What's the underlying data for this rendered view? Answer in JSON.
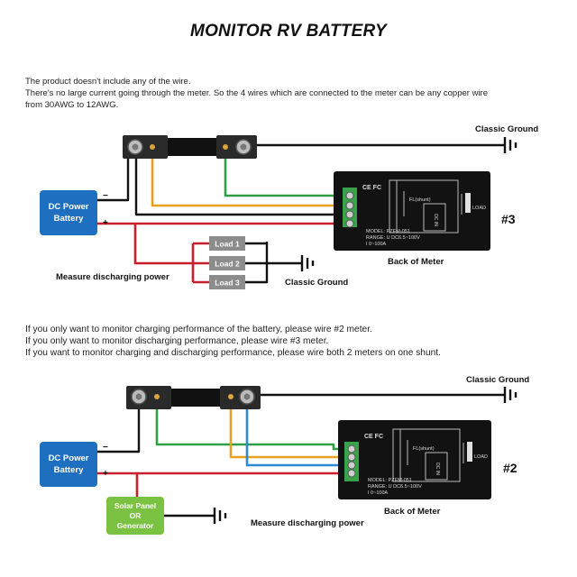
{
  "title": "MONITOR RV BATTERY",
  "notes": [
    "The product doesn't include any of the wire.",
    "There's no large current going through the meter. So the 4 wires which are connected to the meter can be any copper wire",
    "from 30AWG to 12AWG."
  ],
  "instructions": [
    "If you only want to monitor charging performance of the battery, please wire #2 meter.",
    "If you only want to monitor discharging performance, please wire #3 meter.",
    "If you want to monitor charging and discharging performance, please wire both 2 meters on one shunt."
  ],
  "diagram1": {
    "ground_top": "Classic Ground",
    "battery_line1": "DC Power",
    "battery_line2": "Battery",
    "minus": "−",
    "plus": "+",
    "loads": [
      "Load 1",
      "Load 2",
      "Load 3"
    ],
    "ground_bottom": "Classic Ground",
    "measure": "Measure discharging power",
    "meter_id": "#3",
    "meter_caption": "Back of Meter",
    "meter_model": "MODEL: PZEM-051",
    "meter_range": "RANGE: U DC6.5~100V",
    "meter_current": "I 0~100A",
    "shunt_label": "FL(shunt)",
    "dcin_label": "DC IN",
    "load_label": "LOAD",
    "ce_marks": "CE FC"
  },
  "diagram2": {
    "ground_top": "Classic Ground",
    "battery_line1": "DC Power",
    "battery_line2": "Battery",
    "minus": "−",
    "plus": "+",
    "solar_line1": "Solar Panel",
    "solar_line2": "OR",
    "solar_line3": "Generator",
    "measure": "Measure discharging power",
    "meter_id": "#2",
    "meter_caption": "Back of Meter",
    "meter_model": "MODEL: PZEM-051",
    "meter_range": "RANGE: U DC6.5~100V",
    "meter_current": "I 0~100A",
    "shunt_label": "FL(shunt)",
    "dcin_label": "DC IN",
    "load_label": "LOAD",
    "ce_marks": "CE FC"
  },
  "colors": {
    "battery_blue": "#1f6fc0",
    "solar_green": "#7cc242",
    "load_gray": "#8c8c8c",
    "wire_red": "#c81e2e",
    "wire_black": "#111111",
    "wire_green": "#2ea043",
    "wire_orange": "#e8a020",
    "wire_blue": "#2a8ad6"
  }
}
